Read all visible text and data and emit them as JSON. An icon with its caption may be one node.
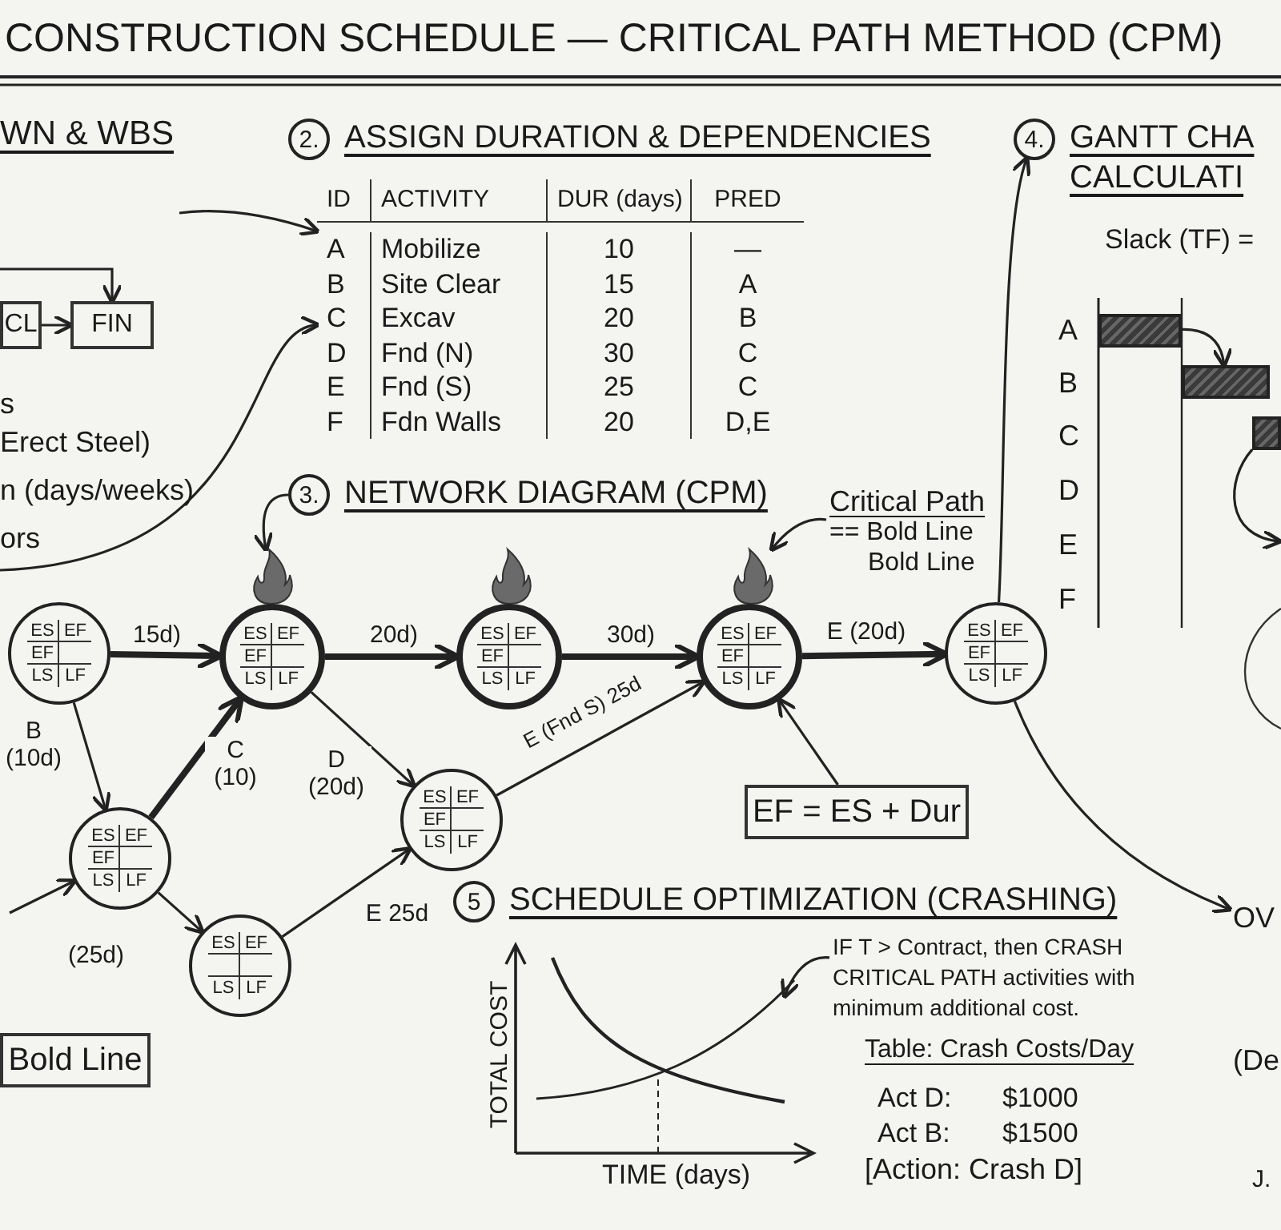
{
  "diagram": {
    "title": "CONSTRUCTION SCHEDULE — CRITICAL PATH METHOD (CPM)",
    "nodes": [
      {
        "text": [
          "2.",
          "ASSIGN DURATION & DEPENDENCIES"
        ]
      },
      {
        "text": [
          "ID",
          "ACTIVITY",
          "DUR (days)",
          "PRED",
          "A",
          "Mobilize",
          "10",
          "—",
          "B",
          "Site Clear",
          "15",
          "A",
          "C",
          "Excav",
          "20",
          "B",
          "D",
          "Fnd (N)",
          "30",
          "C",
          "E",
          "Fnd (S)",
          "25",
          "C",
          "F",
          "Fdn Walls",
          "20",
          "D,E"
        ]
      },
      {
        "text": [
          "CL"
        ]
      },
      {
        "text": [
          "FIN"
        ]
      },
      {
        "text": [
          "4.",
          "GANTT CHA",
          "CALCULATI"
        ]
      },
      {
        "text": [],
        "shape": "bar"
      },
      {
        "text": [],
        "shape": "bar"
      },
      {
        "text": [],
        "shape": "bar"
      },
      {
        "text": [
          "3.",
          "NETWORK DIAGRAM (CPM)"
        ]
      },
      {
        "text": [
          "Critical Path",
          "== Bold Line",
          "Bold Line"
        ]
      },
      {
        "text": [],
        "shape": "flame"
      },
      {
        "text": [],
        "shape": "flame"
      },
      {
        "text": [],
        "shape": "flame"
      },
      {
        "text": [
          "ES",
          "EF",
          "EF",
          "LS",
          "LF"
        ]
      },
      {
        "text": [
          "ES",
          "EF",
          "EF",
          "LS",
          "LF"
        ]
      },
      {
        "text": [
          "ES",
          "EF",
          "EF",
          "LS",
          "LF"
        ]
      },
      {
        "text": [
          "ES",
          "EF",
          "EF",
          "LS",
          "LF"
        ]
      },
      {
        "text": [
          "ES",
          "EF",
          "EF",
          "LS",
          "LF"
        ]
      },
      {
        "text": [
          "ES",
          "EF",
          "EF",
          "LS",
          "LF"
        ]
      },
      {
        "text": [
          "ES",
          "EF",
          "EF",
          "LS",
          "LF"
        ]
      },
      {
        "text": [
          "ES",
          "EF",
          "LS",
          "LF"
        ]
      },
      {
        "text": [
          "EF = ES + Dur"
        ]
      },
      {
        "text": [
          "OV"
        ]
      },
      {
        "text": [
          "Bold Line"
        ]
      },
      {
        "text": [
          "5",
          "SCHEDULE OPTIMIZATION (CRASHING)"
        ]
      },
      {
        "text": [
          "IF T > Contract, then CRASH CRITICAL PATH activities with minimum additional cost."
        ]
      }
    ],
    "edges": [
      {
        "from": null,
        "to": 1,
        "arrow": "to"
      },
      {
        "from": null,
        "to": 1,
        "arrow": "to"
      },
      {
        "from": null,
        "to": 3,
        "arrow": "to"
      },
      {
        "from": 2,
        "to": 3,
        "arrow": "to"
      },
      {
        "from": 17,
        "to": 4,
        "arrow": "to"
      },
      {
        "from": 5,
        "to": 6,
        "arrow": "to"
      },
      {
        "from": 7,
        "to": null,
        "arrow": "to"
      },
      {
        "from": 8,
        "to": 10,
        "arrow": "to"
      },
      {
        "from": 9,
        "to": 12,
        "arrow": "to"
      },
      {
        "from": 13,
        "to": 14,
        "arrow": "to",
        "label": "15d)",
        "style": "thick"
      },
      {
        "from": 14,
        "to": 15,
        "arrow": "to",
        "label": "20d)",
        "style": "thick"
      },
      {
        "from": 15,
        "to": 16,
        "arrow": "to",
        "label": "30d)",
        "style": "thick"
      },
      {
        "from": 16,
        "to": 17,
        "arrow": "to",
        "label": "E (20d)",
        "style": "thick"
      },
      {
        "from": 13,
        "to": 18,
        "arrow": "to",
        "label": "B (10d)"
      },
      {
        "from": 18,
        "to": 14,
        "arrow": "to",
        "label": "C (10)",
        "style": "thick"
      },
      {
        "from": 14,
        "to": 19,
        "arrow": "to",
        "label": "D (20d)"
      },
      {
        "from": 19,
        "to": 16,
        "arrow": "to",
        "label": "E (Fnd S) 25d"
      },
      {
        "from": null,
        "to": 18,
        "arrow": "to"
      },
      {
        "from": 18,
        "to": 20,
        "arrow": "to",
        "label": "(25d)"
      },
      {
        "from": 20,
        "to": 19,
        "arrow": "to",
        "label": "E 25d"
      },
      {
        "from": 21,
        "to": 16,
        "arrow": "to"
      },
      {
        "from": 17,
        "to": 22,
        "arrow": "to"
      },
      {
        "from": 25,
        "to": null,
        "arrow": "to"
      }
    ],
    "labels": [
      "WN & WBS",
      "s",
      "Erect Steel)",
      "n (days/weeks)",
      "ors",
      "Slack (TF) =",
      "A",
      "B",
      "C",
      "D",
      "E",
      "F",
      "TOTAL COST",
      "TIME (days)",
      "Table: Crash Costs/Day",
      "Act D:",
      "$1000",
      "Act B:",
      "$1500",
      "[Action: Crash D]",
      "(De",
      "J."
    ]
  }
}
